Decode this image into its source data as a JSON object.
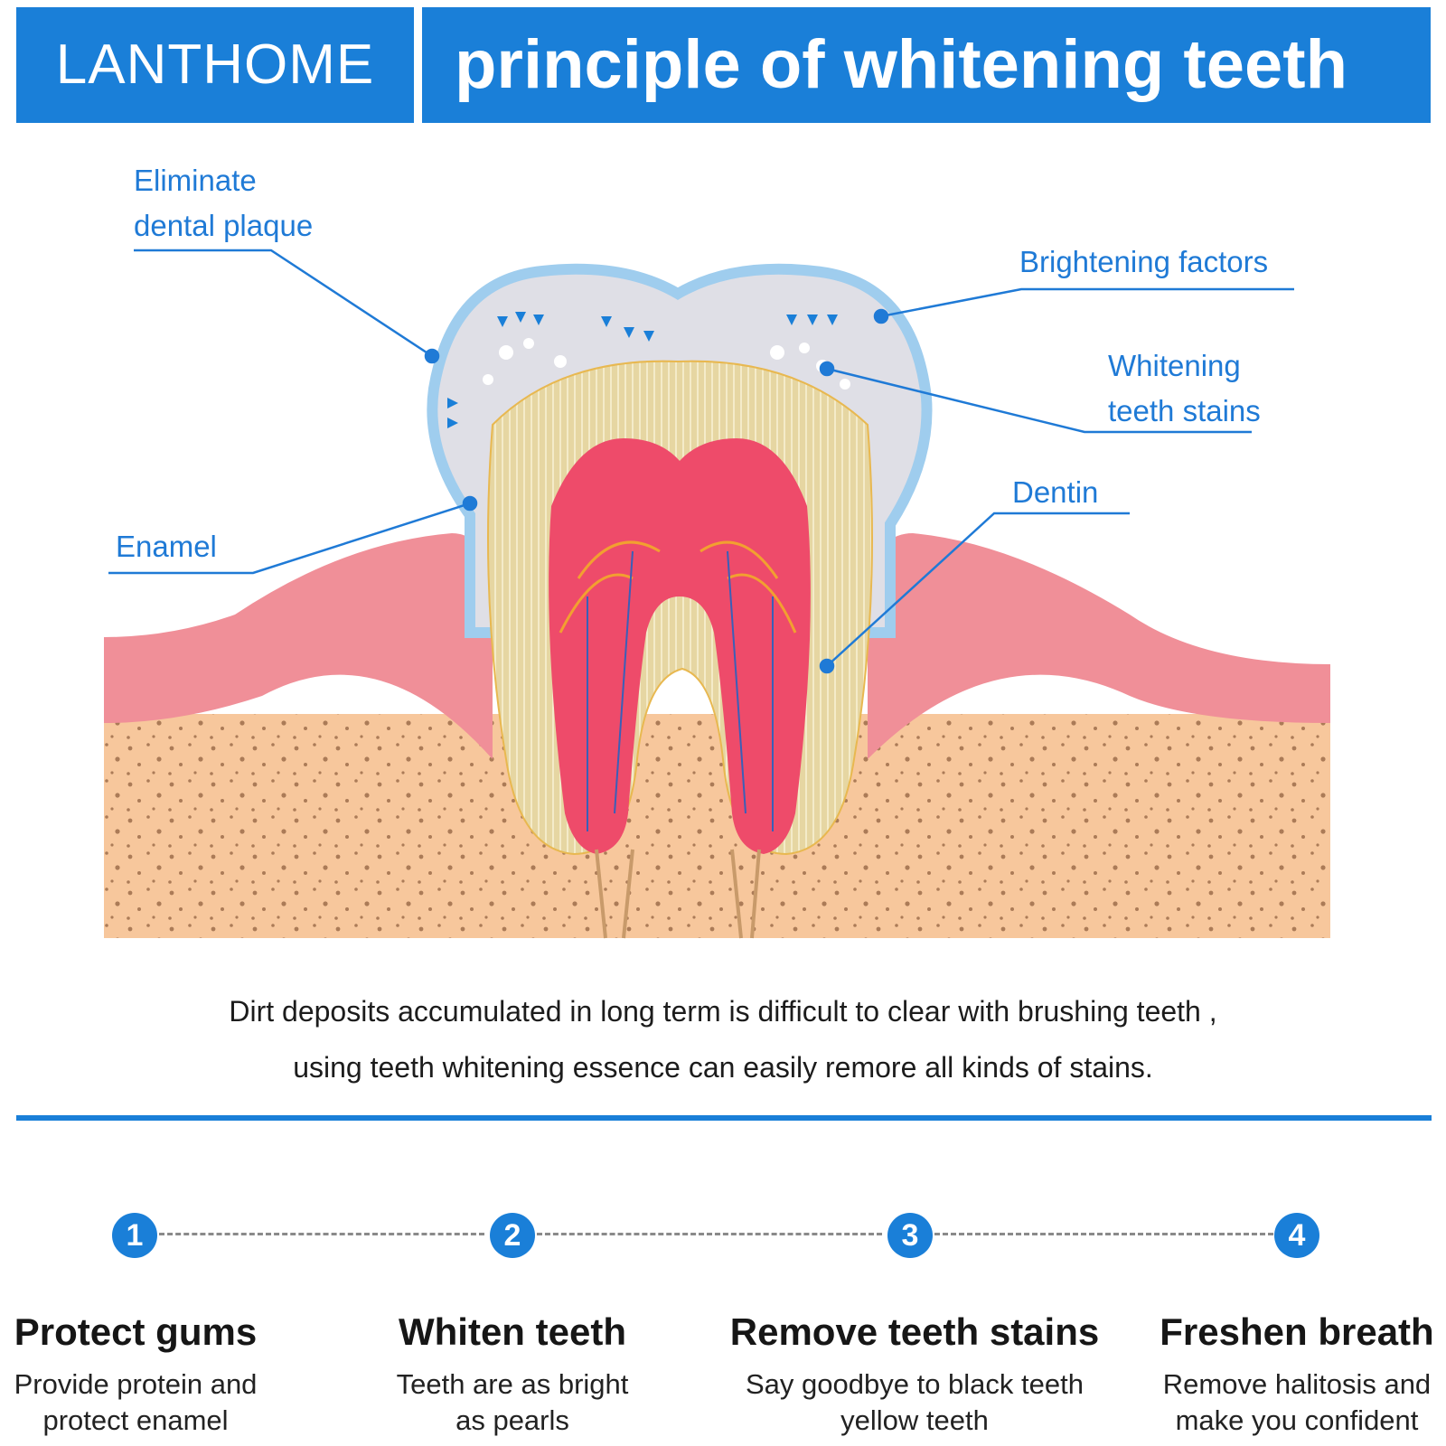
{
  "header": {
    "brand": "LANTHOME",
    "title": "principle of whitening teeth"
  },
  "labels": {
    "plaque_line1": "Eliminate",
    "plaque_line2": "dental plaque",
    "brightening": "Brightening factors",
    "whitening_line1": "Whitening",
    "whitening_line2": "teeth stains",
    "dentin": "Dentin",
    "enamel": "Enamel"
  },
  "description": {
    "line1": "Dirt deposits accumulated in long term is difficult  to clear with brushing teeth ,",
    "line2": "using teeth whitening essence can easily remore all kinds of stains."
  },
  "steps": [
    {
      "number": "1",
      "title": "Protect gums",
      "desc_line1": "Provide protein and",
      "desc_line2": "protect enamel"
    },
    {
      "number": "2",
      "title": "Whiten teeth",
      "desc_line1": "Teeth are as bright",
      "desc_line2": "as pearls"
    },
    {
      "number": "3",
      "title": "Remove teeth stains",
      "desc_line1": "Say goodbye to black teeth",
      "desc_line2": "yellow teeth"
    },
    {
      "number": "4",
      "title": "Freshen breath",
      "desc_line1": "Remove halitosis and",
      "desc_line2": "make you confident"
    }
  ],
  "colors": {
    "accent_blue": "#1a7fd8",
    "gum_pink": "#f08f98",
    "bone_tan": "#f7c79c",
    "dentin_cream": "#e7d8a6",
    "pulp_red": "#ee4b6a",
    "enamel_outline": "#9fcdee"
  }
}
